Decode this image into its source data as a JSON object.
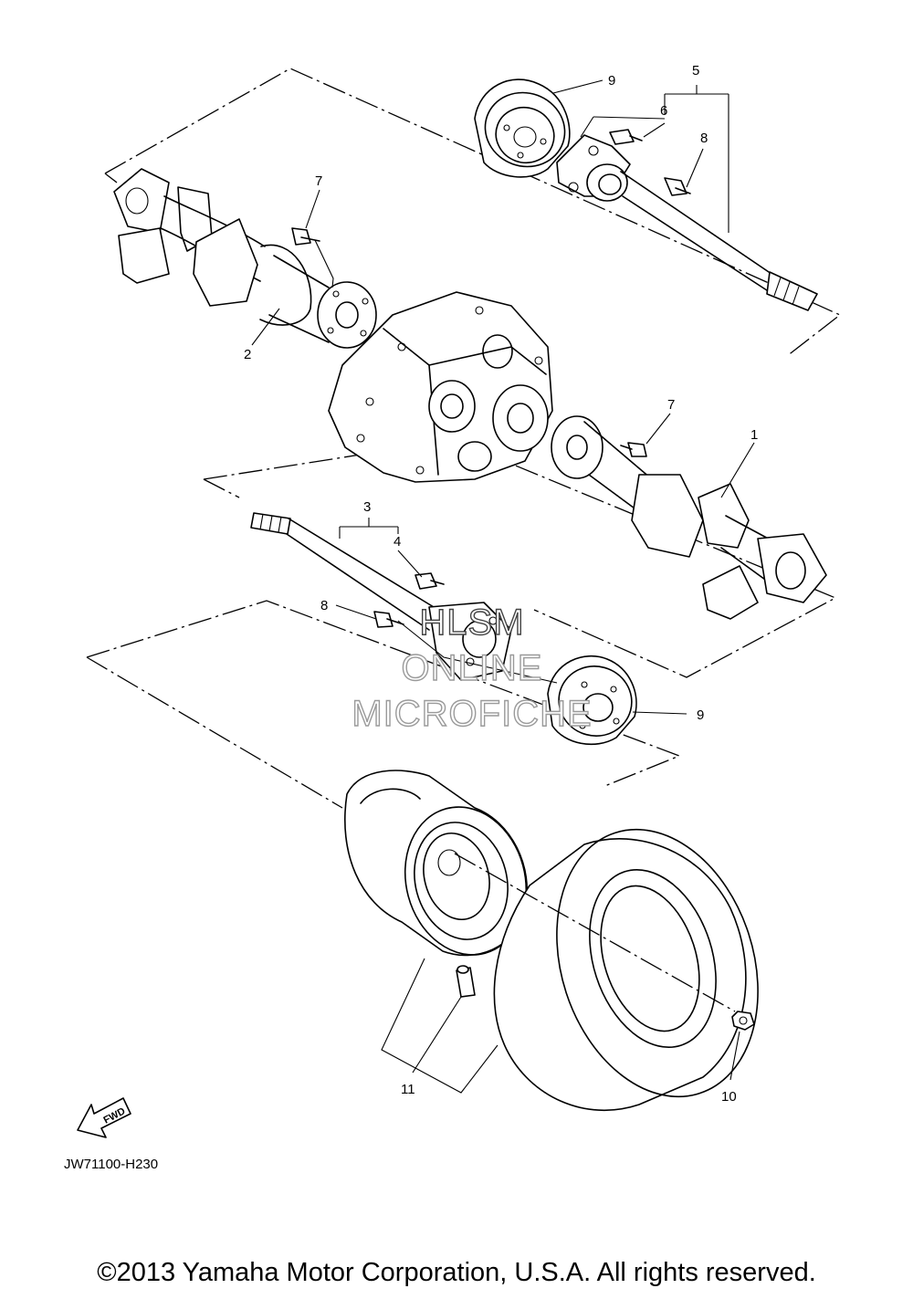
{
  "diagram": {
    "callouts": [
      {
        "id": "c9a",
        "label": "9"
      },
      {
        "id": "c5",
        "label": "5"
      },
      {
        "id": "c6",
        "label": "6"
      },
      {
        "id": "c8a",
        "label": "8"
      },
      {
        "id": "c7a",
        "label": "7"
      },
      {
        "id": "c2",
        "label": "2"
      },
      {
        "id": "c7b",
        "label": "7"
      },
      {
        "id": "c1",
        "label": "1"
      },
      {
        "id": "c3",
        "label": "3"
      },
      {
        "id": "c4",
        "label": "4"
      },
      {
        "id": "c8b",
        "label": "8"
      },
      {
        "id": "c9b",
        "label": "9"
      },
      {
        "id": "c11",
        "label": "11"
      },
      {
        "id": "c10",
        "label": "10"
      }
    ],
    "watermark": {
      "line1": "HLSM",
      "line2": "ONLINE",
      "line3": "MICROFICHE"
    },
    "fwd_label": "FWD",
    "drawing_code": "JW71100-H230"
  },
  "copyright": "©2013 Yamaha Motor Corporation, U.S.A. All rights reserved."
}
